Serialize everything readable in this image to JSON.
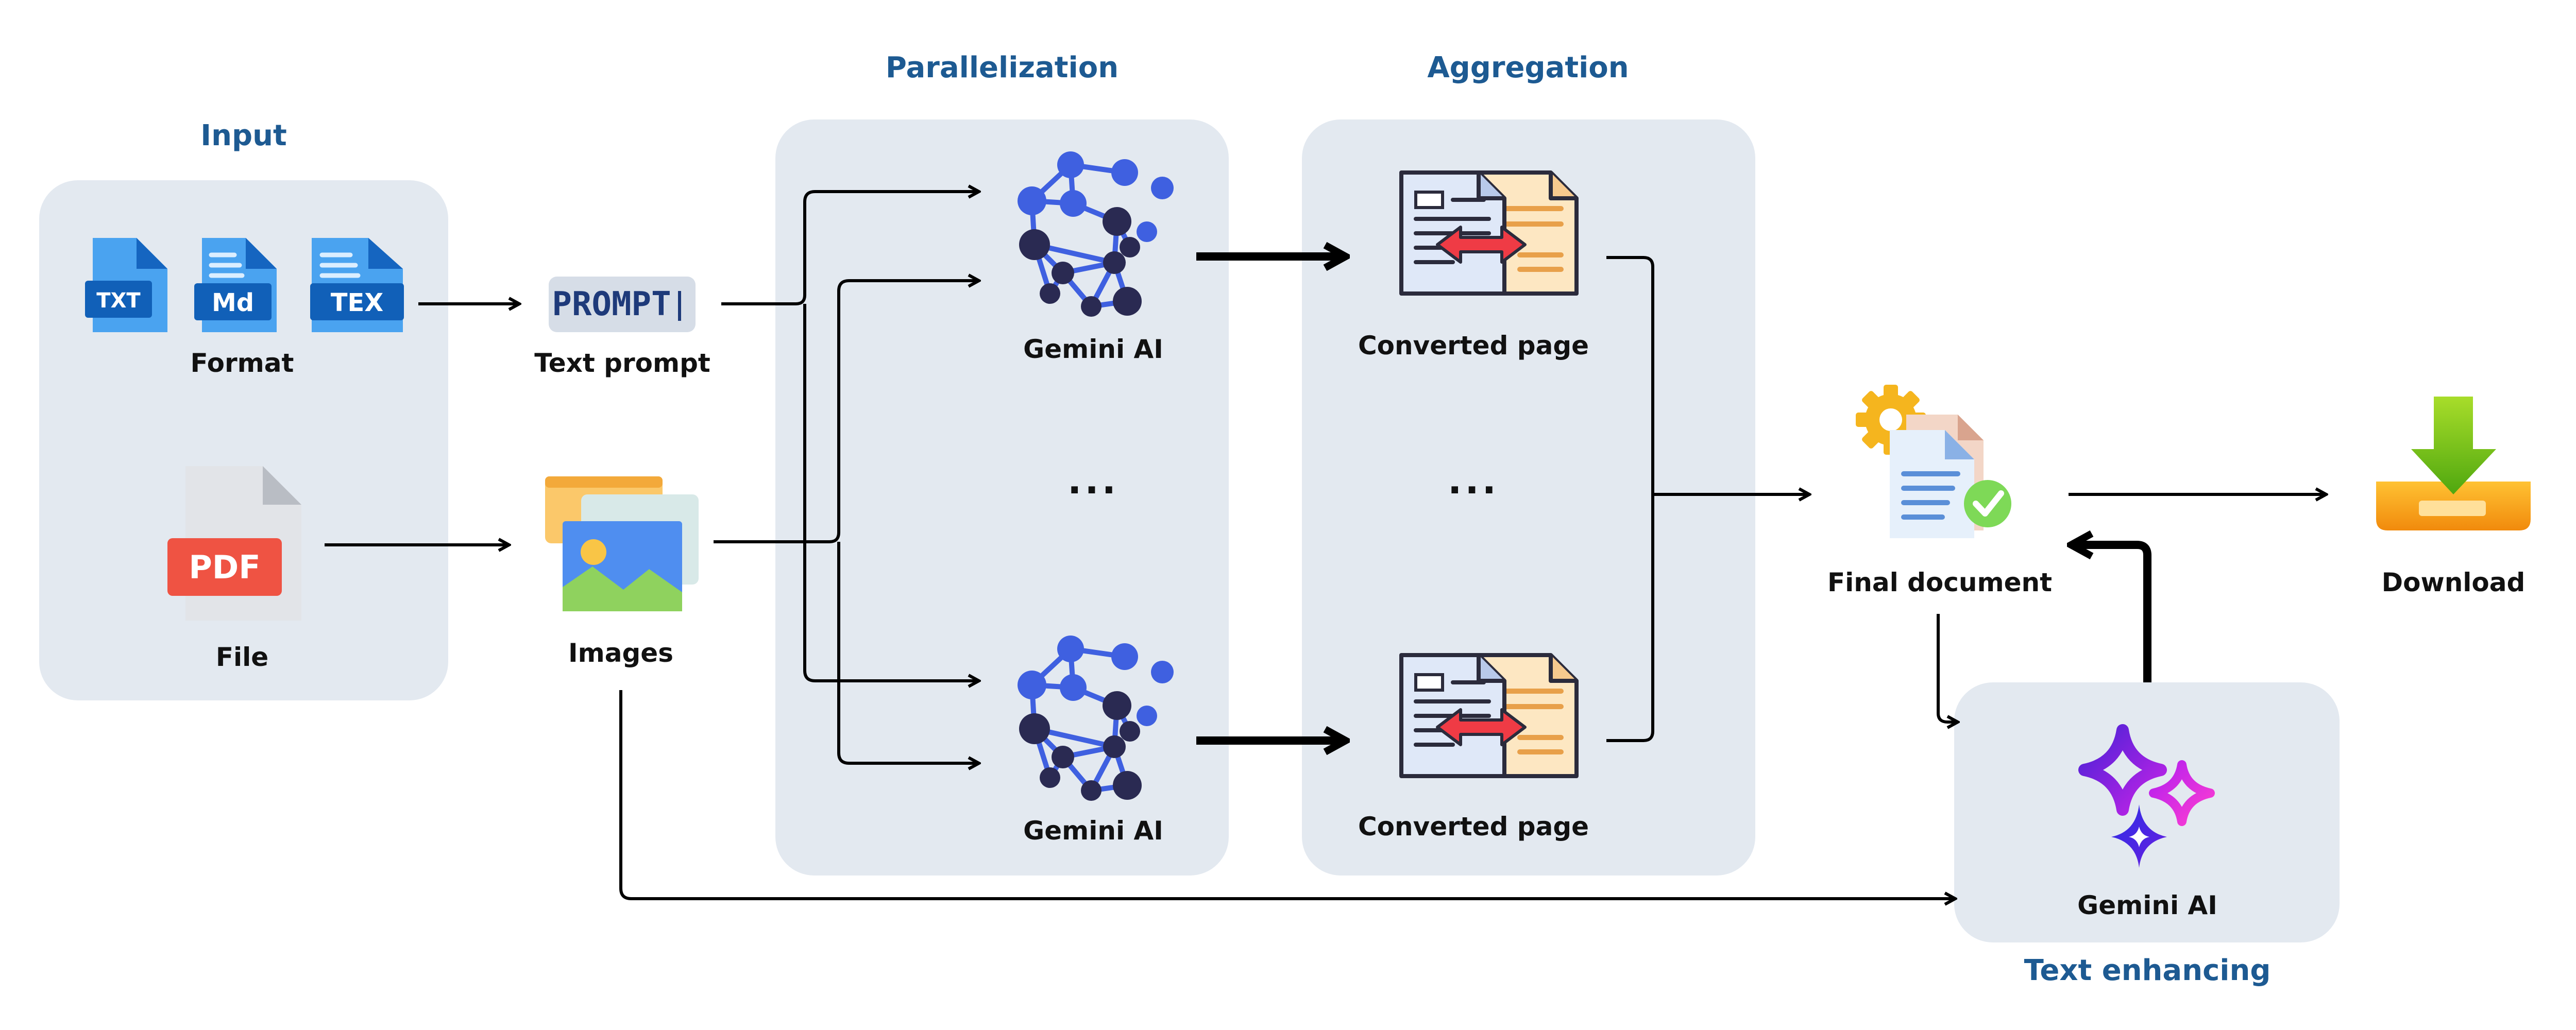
{
  "sections": {
    "input": "Input",
    "parallelization": "Parallelization",
    "aggregation": "Aggregation",
    "text_enhancing": "Text enhancing"
  },
  "input": {
    "format_label": "Format",
    "file_label": "File",
    "format_icons": [
      "TXT",
      "Md",
      "TEX"
    ],
    "file_icon": "PDF"
  },
  "prompt": {
    "icon_text": "PROMPT",
    "label": "Text prompt"
  },
  "images": {
    "label": "Images"
  },
  "parallel": {
    "top_label": "Gemini AI",
    "bottom_label": "Gemini AI",
    "ellipsis": "..."
  },
  "aggregation": {
    "top_label": "Converted page",
    "bottom_label": "Converted page",
    "ellipsis": "..."
  },
  "final": {
    "label": "Final document"
  },
  "download": {
    "label": "Download"
  },
  "enhance": {
    "label": "Gemini AI"
  },
  "colors": {
    "panel": "#e3e9f0",
    "title": "#1d5a92",
    "file_blue": "#1e88e5",
    "pdf_red": "#ef5343",
    "network_blue": "#3b5bdb",
    "network_dark": "#28284e",
    "download_orange": "#f7a21b",
    "download_green": "#7cc41f",
    "sparkle_purple": "#8e2de2"
  },
  "icons": {
    "format": [
      "txt-file-icon",
      "md-file-icon",
      "tex-file-icon"
    ],
    "file": "pdf-file-icon",
    "prompt": "prompt-icon",
    "images": "images-icon",
    "model": "neural-network-icon",
    "converted": "converted-page-icon",
    "final": "final-document-icon",
    "download": "download-icon",
    "enhance": "sparkles-icon"
  }
}
